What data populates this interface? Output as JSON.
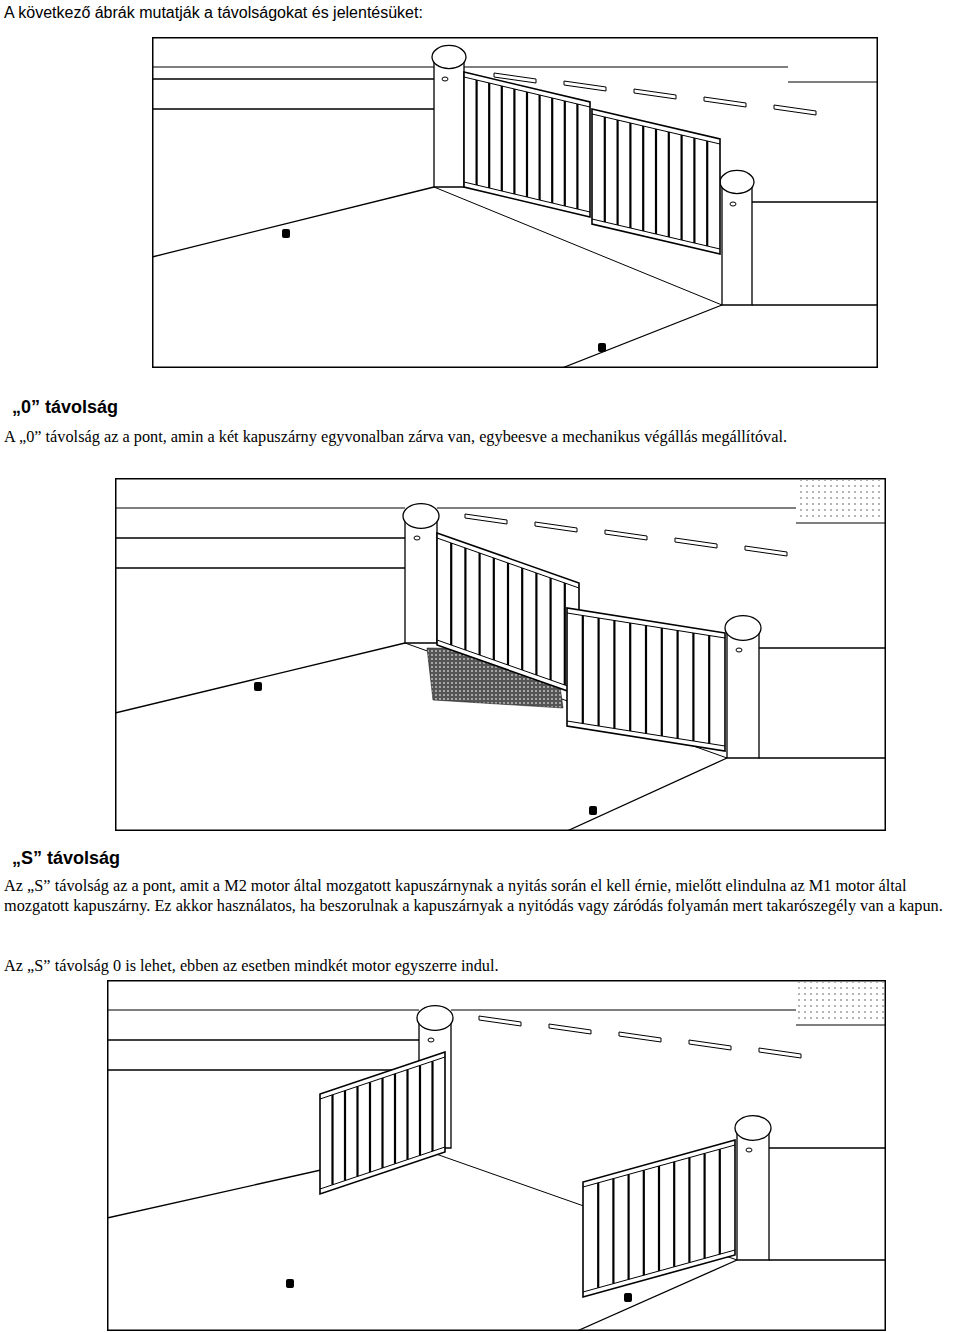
{
  "diagram": {
    "labels": [
      "A következő ábrák mutatják a távolságokat és jelentésüket:",
      "„0” távolság",
      "A „0” távolság az a pont, amin a két kapuszárny egyvonalban zárva van, egybeesve a mechanikus végállás megállítóval.",
      "„S” távolság",
      "Az „S” távolság az a pont, amit a M2 motor által mozgatott kapuszárnynak a nyitás során el kell érnie, mielőtt elindulna az M1 motor által mozgatott kapuszárny. Ez akkor használatos, ha beszorulnak a kapuszárnyak a nyitódás vagy záródás folyamán mert takarószegély van a kapun.",
      "Az „S” távolság 0 is lehet, ebben az esetben mindkét motor egyszerre indul."
    ]
  }
}
